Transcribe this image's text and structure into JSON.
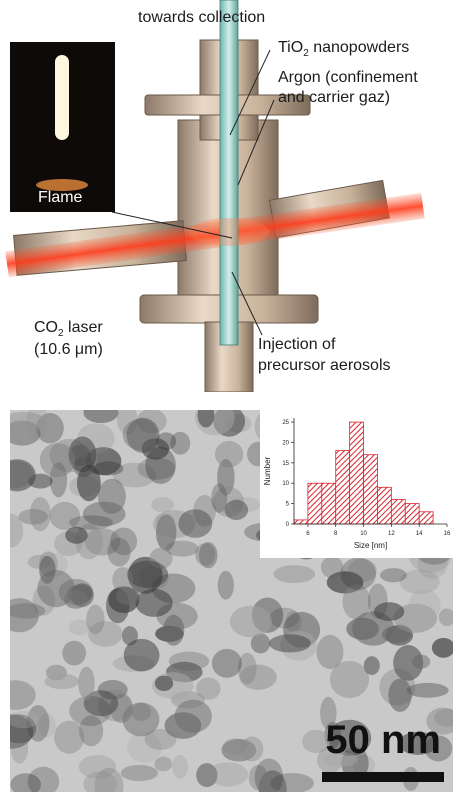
{
  "diagram": {
    "top_label": "towards collection",
    "labels": {
      "nanopowders": "nanopowders",
      "tio2_prefix": "TiO",
      "tio2_sub": "2",
      "argon_line1": "Argon (confinement",
      "argon_line2": "and carrier gaz)",
      "flame": "Flame",
      "co2_prefix": "CO",
      "co2_sub": "2",
      "co2_suffix": " laser",
      "wavelength": "(10.6 μm)",
      "injection_line1": "Injection of",
      "injection_line2": "precursor aerosols"
    }
  },
  "micrograph": {
    "scale_label": "50 nm"
  },
  "chart_data": {
    "type": "bar",
    "xlabel": "Size [nm]",
    "ylabel": "Number",
    "xlim": [
      5,
      16
    ],
    "ylim": [
      0,
      26
    ],
    "x_ticks": [
      "6",
      "8",
      "10",
      "12",
      "14",
      "16"
    ],
    "y_ticks": [
      "0",
      "5",
      "10",
      "15",
      "20",
      "25"
    ],
    "bin_edges": [
      5,
      6,
      7,
      8,
      9,
      10,
      11,
      12,
      13,
      14,
      15
    ],
    "values": [
      1,
      10,
      10,
      18,
      25,
      17,
      9,
      6,
      5,
      3
    ],
    "bar_color": "#d9232e"
  }
}
